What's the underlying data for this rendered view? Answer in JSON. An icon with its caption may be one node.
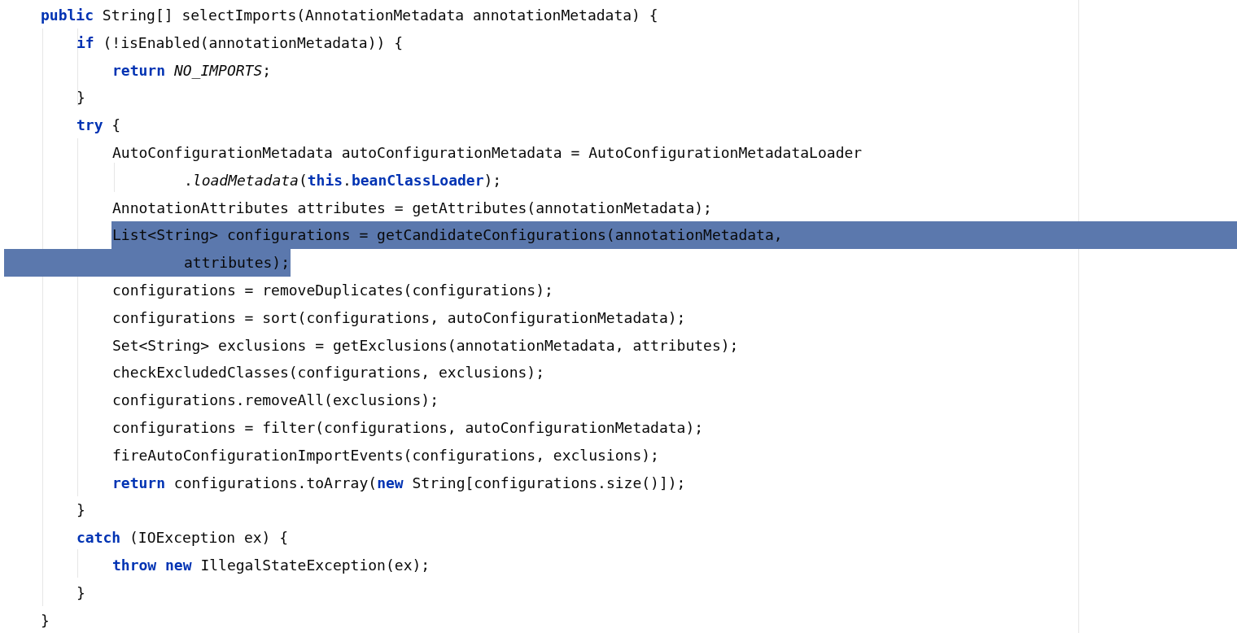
{
  "diagram": {
    "labels": [
      "**public** String[] selectImports(AnnotationMetadata annotationMetadata) {",
      "**if** (!isEnabled(annotationMetadata)) {",
      "**return** *NO_IMPORTS*;",
      "}",
      "**try** {",
      "AutoConfigurationMetadata autoConfigurationMetadata = AutoConfigurationMetadataLoader",
      ".*loadMetadata*(**this**.**beanClassLoader**);",
      "AnnotationAttributes attributes = getAttributes(annotationMetadata);",
      "List<String> configurations = getCandidateConfigurations(annotationMetadata,",
      "attributes);",
      "configurations = removeDuplicates(configurations);",
      "configurations = sort(configurations, autoConfigurationMetadata);",
      "Set<String> exclusions = getExclusions(annotationMetadata, attributes);",
      "checkExcludedClasses(configurations, exclusions);",
      "configurations.removeAll(exclusions);",
      "configurations = filter(configurations, autoConfigurationMetadata);",
      "fireAutoConfigurationImportEvents(configurations, exclusions);",
      "**return** configurations.toArray(**new** String[configurations.size()]);",
      "}",
      "**catch** (IOException ex) {",
      "**throw** **new** IllegalStateException(ex);",
      "}",
      "}"
    ]
  }
}
